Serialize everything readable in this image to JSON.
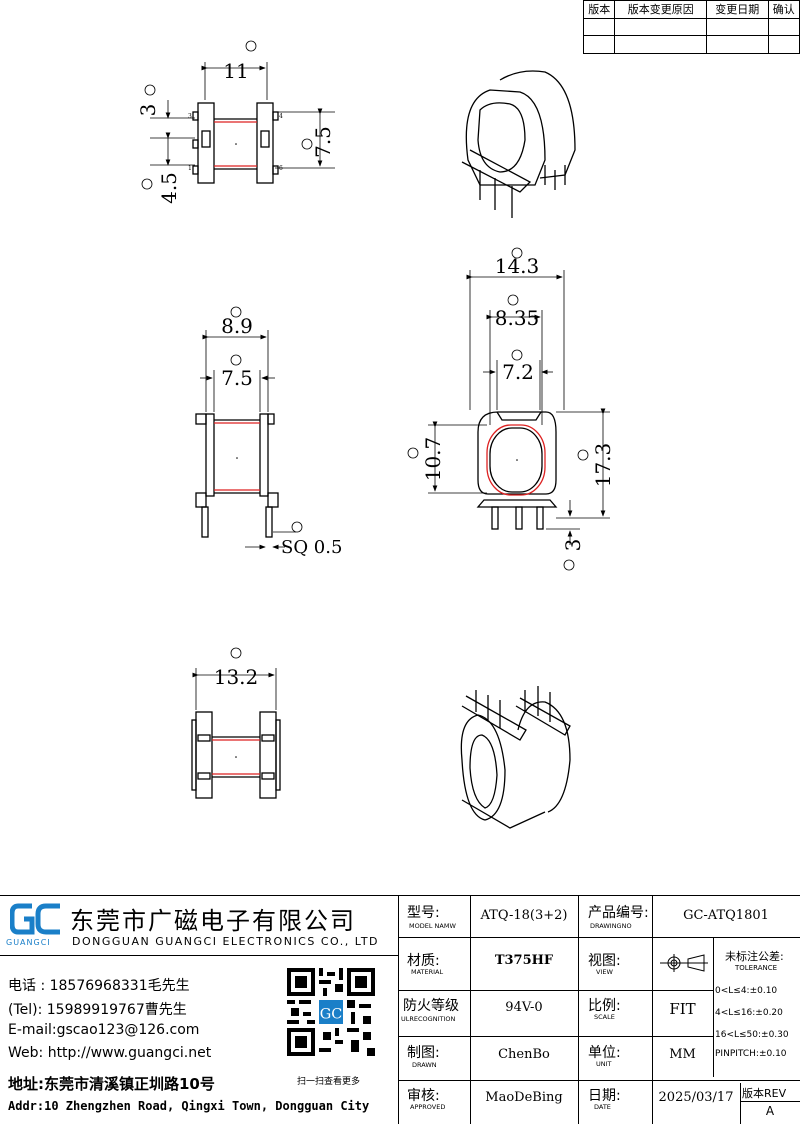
{
  "revision_table": {
    "headers": [
      "版本",
      "版本变更原因",
      "变更日期",
      "确认"
    ]
  },
  "dims": {
    "A": "11",
    "B": "3",
    "C": "4.5",
    "D": "7.5",
    "E": "8.9",
    "F": "7.5",
    "G": "SQ 0.5",
    "H": "10.7",
    "I": "14.3",
    "J": "8.35",
    "K": "7.2",
    "L": "17.3",
    "M": "3",
    "N": "13.2",
    "pin_labels": [
      "3",
      "1",
      "4",
      "6"
    ]
  },
  "company": {
    "logo_text": "GC",
    "logo_sub": "GUANGCI",
    "name_cn": "东莞市广磁电子有限公司",
    "name_en": "DONGGUAN GUANGCI ELECTRONICS CO., LTD",
    "phone": "电话 : 18576968331毛先生",
    "tel": "(Tel): 15989919767曹先生",
    "email": "E-mail:gscao123@126.com",
    "web": "Web: http://www.guangci.net",
    "address_cn": "地址:东莞市清溪镇正圳路10号",
    "address_en": "Addr:10 Zhengzhen Road, Qingxi Town, Dongguan City",
    "qr_caption": "扫一扫查看更多"
  },
  "title_block": {
    "model_label_cn": "型号:",
    "model_label_en": "MODEL NAMW",
    "model": "ATQ-18(3+2)",
    "drawno_label_cn": "产品编号:",
    "drawno_label_en": "DRAWINGNO",
    "drawno": "GC-ATQ1801",
    "material_label_cn": "材质:",
    "material_label_en": "MATERIAL",
    "material": "T375HF",
    "view_label_cn": "视图:",
    "view_label_en": "VIEW",
    "tolerance_title_cn": "未标注公差:",
    "tolerance_title_en": "TOLERANCE",
    "tolerances": [
      "0<L≤4:±0.10",
      "4<L≤16:±0.20",
      "16<L≤50:±0.30",
      "PINPITCH:±0.10"
    ],
    "fire_label_cn": "防火等级",
    "fire_label_en": "ULRECOGNITION",
    "fire": "94V-0",
    "scale_label_cn": "比例:",
    "scale_label_en": "SCALE",
    "scale": "FIT",
    "drawn_label_cn": "制图:",
    "drawn_label_en": "DRAWN",
    "drawn": "ChenBo",
    "unit_label_cn": "单位:",
    "unit_label_en": "UNIT",
    "unit": "MM",
    "approved_label_cn": "审核:",
    "approved_label_en": "APPROVED",
    "approved": "MaoDeBing",
    "date_label_cn": "日期:",
    "date_label_en": "DATE",
    "date": "2025/03/17",
    "rev_label": "版本REV",
    "rev": "A"
  }
}
